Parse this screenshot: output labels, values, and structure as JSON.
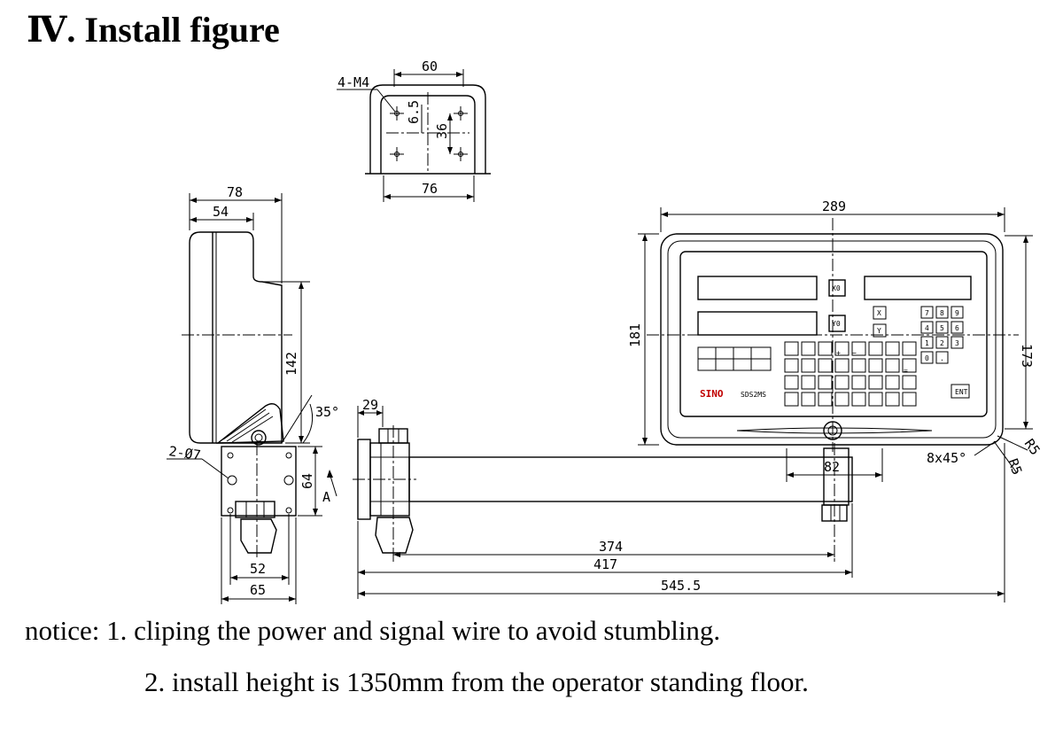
{
  "heading": "Ⅳ. Install figure",
  "notices": [
    "notice: 1. cliping the power and signal wire to avoid stumbling.",
    "2. install height is 1350mm from the operator standing floor."
  ],
  "dimensions": {
    "top_60": "60",
    "top_4m4": "4-M4",
    "top_6_5": "6.5",
    "top_36": "36",
    "top_76": "76",
    "side_78": "78",
    "side_54": "54",
    "side_142": "142",
    "side_35deg": "35°",
    "side_2phi7": "2-Ø7",
    "side_64": "64",
    "side_A": "A",
    "side_52": "52",
    "side_65": "65",
    "arm_29": "29",
    "arm_374": "374",
    "arm_417": "417",
    "arm_545_5": "545.5",
    "arm_82": "82",
    "front_289": "289",
    "front_181": "181",
    "front_173": "173",
    "front_R5_top": "R5",
    "front_R5_bottom": "R5",
    "front_chamfer": "8x45°"
  },
  "panel": {
    "brand": "SINO",
    "model": "SDS2MS",
    "x0_key": "X0",
    "y0_key": "Y0",
    "x_key": "X",
    "y_key": "Y",
    "ent_key": "ENT",
    "digits": [
      "7",
      "8",
      "9",
      "4",
      "5",
      "6",
      "1",
      "2",
      "3",
      "0",
      "."
    ],
    "minus_key": "−",
    "plus_key": "+",
    "equals_key": "="
  }
}
